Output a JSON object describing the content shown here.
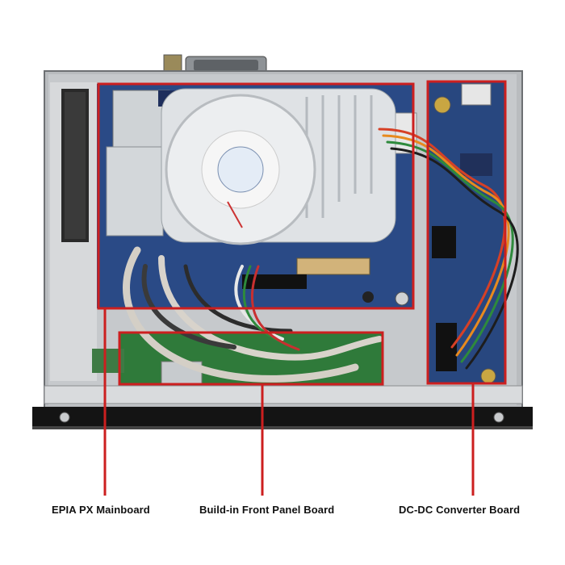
{
  "callouts": [
    {
      "label": "EPIA PX Mainboard"
    },
    {
      "label": "Build-in Front Panel Board"
    },
    {
      "label": "DC-DC Converter Board"
    }
  ],
  "colors": {
    "highlight": "#cc1f1f",
    "chassis": "#b9bcbf",
    "pcb_blue": "#23407a",
    "pcb_green": "#2f7a3a",
    "heatsink": "#d8dcdf"
  }
}
